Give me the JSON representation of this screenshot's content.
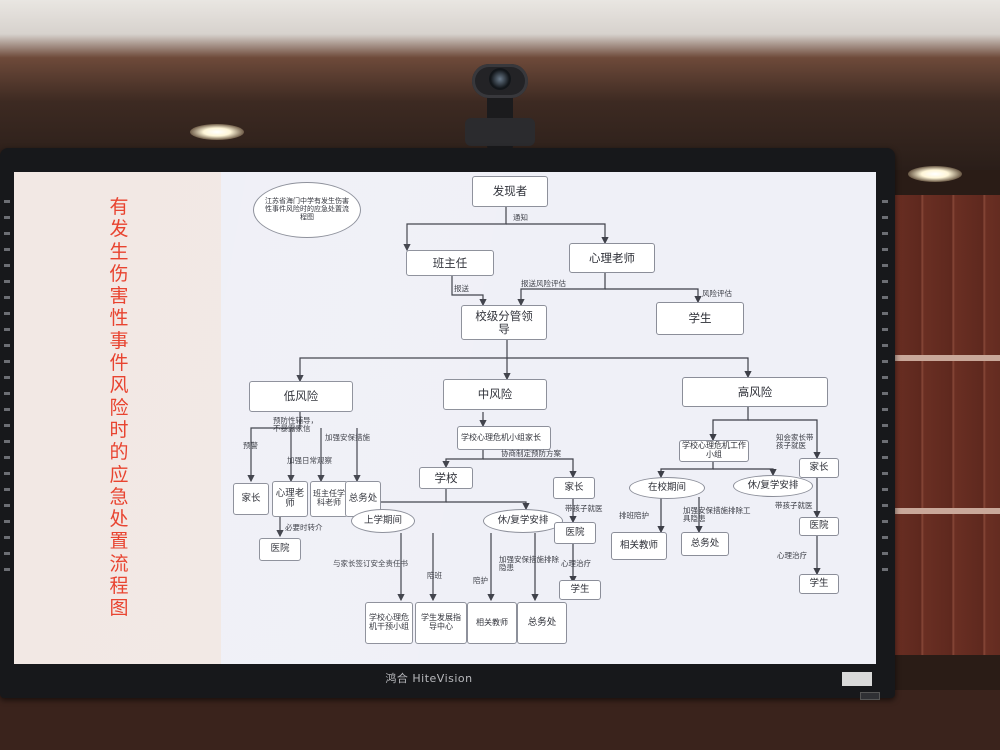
{
  "flowchart": {
    "vertical_title": "有发生伤害性事件风险时的应急处置流程图",
    "header_oval": "江苏省海门中学有发生伤害性事件风险时的应急处置流程图",
    "nodes": {
      "discoverer": "发现者",
      "class_teacher": "班主任",
      "psych_teacher": "心理老师",
      "school_leader": "校级分管领导",
      "student_top": "学生",
      "low_risk": "低风险",
      "mid_risk": "中风险",
      "high_risk": "高风险",
      "low_parent": "家长",
      "low_psych": "心理老师",
      "low_class_subject": "班主任学科老师",
      "low_general": "总务处",
      "low_hospital": "医院",
      "mid_group": "学校心理危机小组家长",
      "mid_school": "学校",
      "mid_parent": "家长",
      "mid_in_school": "上学期间",
      "mid_off_school": "休/复学安排",
      "mid_hospital": "医院",
      "mid_student": "学生",
      "mid_crisis_group": "学校心理危机干预小组",
      "mid_dev_center": "学生发展指导中心",
      "mid_teachers": "相关教师",
      "mid_general": "总务处",
      "high_work_group": "学校心理危机工作小组",
      "high_in_school": "在校期间",
      "high_off_school": "休/复学安排",
      "high_teachers": "相关教师",
      "high_general": "总务处",
      "high_parent": "家长",
      "high_hospital": "医院",
      "high_student": "学生"
    },
    "edge_labels": {
      "notify": "通知",
      "report": "报送",
      "report_risk": "报送风险评估",
      "risk_assess": "风险评估",
      "warn": "预警",
      "prevent_counsel": "预防性辅导，不暴露家信",
      "observe": "加强日常观察",
      "security": "加强安保措施",
      "refer": "必要时转介",
      "coordinate": "协商制定预防方案",
      "take_to_doctor": "带孩子就医",
      "safety_letter": "与家长签订安全责任书",
      "accompany": "陪班",
      "care": "陪护",
      "remove_danger": "加强安保措施排除隐患",
      "psych_treat_mid": "心理治疗",
      "accompany_class": "排班陪护",
      "remove_tools": "加强安保措施排除工具隐患",
      "notify_parent": "知会家长带孩子就医",
      "take_to_doctor_high": "带孩子就医",
      "psych_treat_high": "心理治疗"
    }
  },
  "monitor": {
    "brand": "鸿合 HiteVision"
  }
}
